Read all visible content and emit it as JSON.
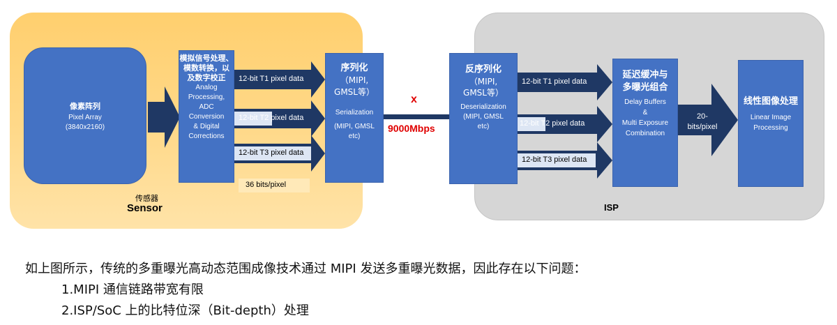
{
  "sensor": {
    "region_label_zh": "传感器",
    "region_label_en": "Sensor",
    "pixel_array": {
      "zh": "像素阵列",
      "en": "Pixel Array",
      "resolution": "(3840x2160)"
    },
    "analog": {
      "zh_line1": "模拟信号处理、",
      "zh_line2": "模数转换，以",
      "zh_line3": "及数字校正",
      "en_line1": "Analog",
      "en_line2": "Processing,",
      "en_line3": "ADC",
      "en_line4": "Conversion",
      "en_line5": "& Digital",
      "en_line6": "Corrections"
    },
    "t1": "12-bit T1 pixel data",
    "t2": "12-bit T2 pixel data",
    "t3": "12-bit T3 pixel data",
    "total": "36 bits/pixel",
    "serial": {
      "zh": "序列化",
      "line2": "（MIPI,",
      "line3": "GMSL等）",
      "en": "Serialization",
      "en2": "(MIPI, GMSL",
      "en3": "etc)"
    }
  },
  "link": {
    "mark": "x",
    "rate": "9000Mbps"
  },
  "isp": {
    "region_label": "ISP",
    "deserial": {
      "zh": "反序列化",
      "line2": "（MIPI,",
      "line3": "GMSL等）",
      "en": "Deserialization",
      "en2": "(MIPI, GMSL",
      "en3": "etc)"
    },
    "t1": "12-bit T1 pixel data",
    "t2": "12-bit T2 pixel data",
    "t3": "12-bit T3 pixel data",
    "combine": {
      "zh_line1": "延迟缓冲与",
      "zh_line2": "多曝光组合",
      "en_line1": "Delay Buffers",
      "en_line2": "&",
      "en_line3": "Multi Exposure",
      "en_line4": "Combination"
    },
    "out_line1": "20-",
    "out_line2": "bits/pixel",
    "linear": {
      "zh": "线性图像处理",
      "en_line1": "Linear Image",
      "en_line2": "Processing"
    }
  },
  "text": {
    "line1": "如上图所示，传统的多重曝光高动态范围成像技术通过 MIPI 发送多重曝光数据，因此存在以下问题：",
    "line2": "1.MIPI 通信链路带宽有限",
    "line3": "2.ISP/SoC 上的比特位深（Bit-depth）处理"
  },
  "colors": {
    "box": "#4472c4",
    "arrow": "#1f3864",
    "sensor_bg": "#ffd27a",
    "isp_bg": "#d6d6d6",
    "accent": "#e00000"
  }
}
